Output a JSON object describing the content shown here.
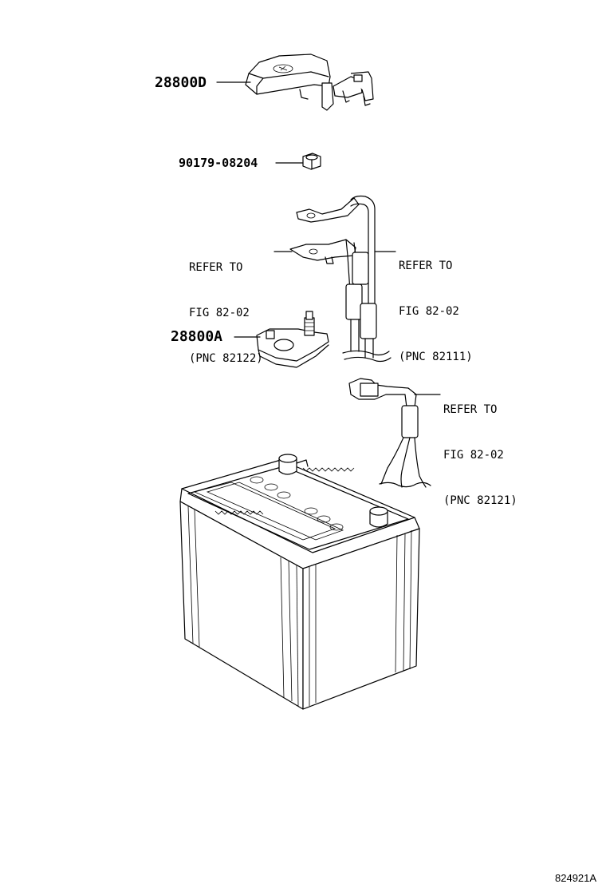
{
  "diagram_code": "824921A",
  "parts": {
    "terminal_cover": "28800D",
    "nut": "90179-08204",
    "terminal_clamp": "28800A"
  },
  "references": [
    {
      "line1": "REFER TO",
      "line2": "FIG 82-02",
      "line3": "(PNC 82122)"
    },
    {
      "line1": "REFER TO",
      "line2": "FIG 82-02",
      "line3": "(PNC 82111)"
    },
    {
      "line1": "REFER TO",
      "line2": "FIG 82-02",
      "line3": "(PNC 82121)"
    }
  ]
}
